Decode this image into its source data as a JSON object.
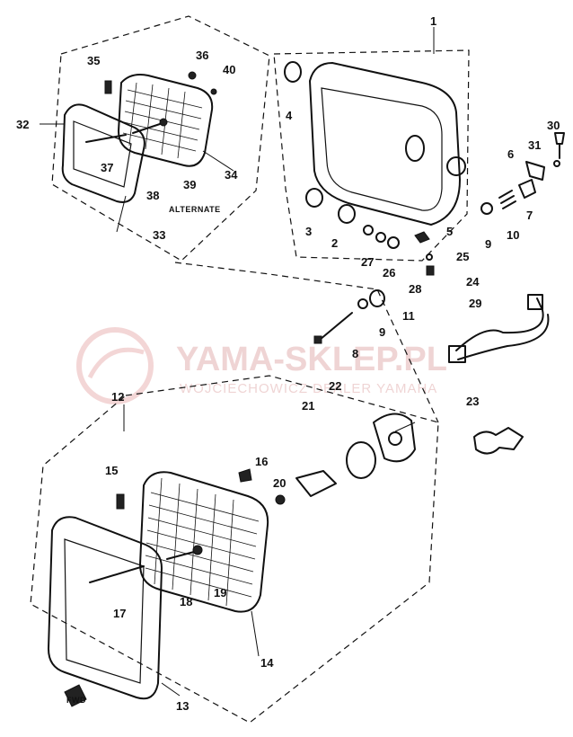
{
  "diagram": {
    "alternate_label": "ALTERNATE",
    "watermark": {
      "title": "YAMA-SKLEP.PL",
      "subtitle": "WOJCIECHOWICZ DEALER YAMAHA"
    },
    "fwd_label": "FWD",
    "part_labels": {
      "p1": "1",
      "p2": "2",
      "p3": "3",
      "p4": "4",
      "p5": "5",
      "p6": "6",
      "p7": "7",
      "p8": "8",
      "p9a": "9",
      "p9b": "9",
      "p10": "10",
      "p11": "11",
      "p12": "12",
      "p13": "13",
      "p14": "14",
      "p15": "15",
      "p16": "16",
      "p17": "17",
      "p18": "18",
      "p19": "19",
      "p20": "20",
      "p21": "21",
      "p22": "22",
      "p23": "23",
      "p24": "24",
      "p25": "25",
      "p26": "26",
      "p27": "27",
      "p28": "28",
      "p29": "29",
      "p30": "30",
      "p31": "31",
      "p32": "32",
      "p33": "33",
      "p34": "34",
      "p35": "35",
      "p36": "36",
      "p37": "37",
      "p38": "38",
      "p39": "39",
      "p40": "40"
    }
  }
}
